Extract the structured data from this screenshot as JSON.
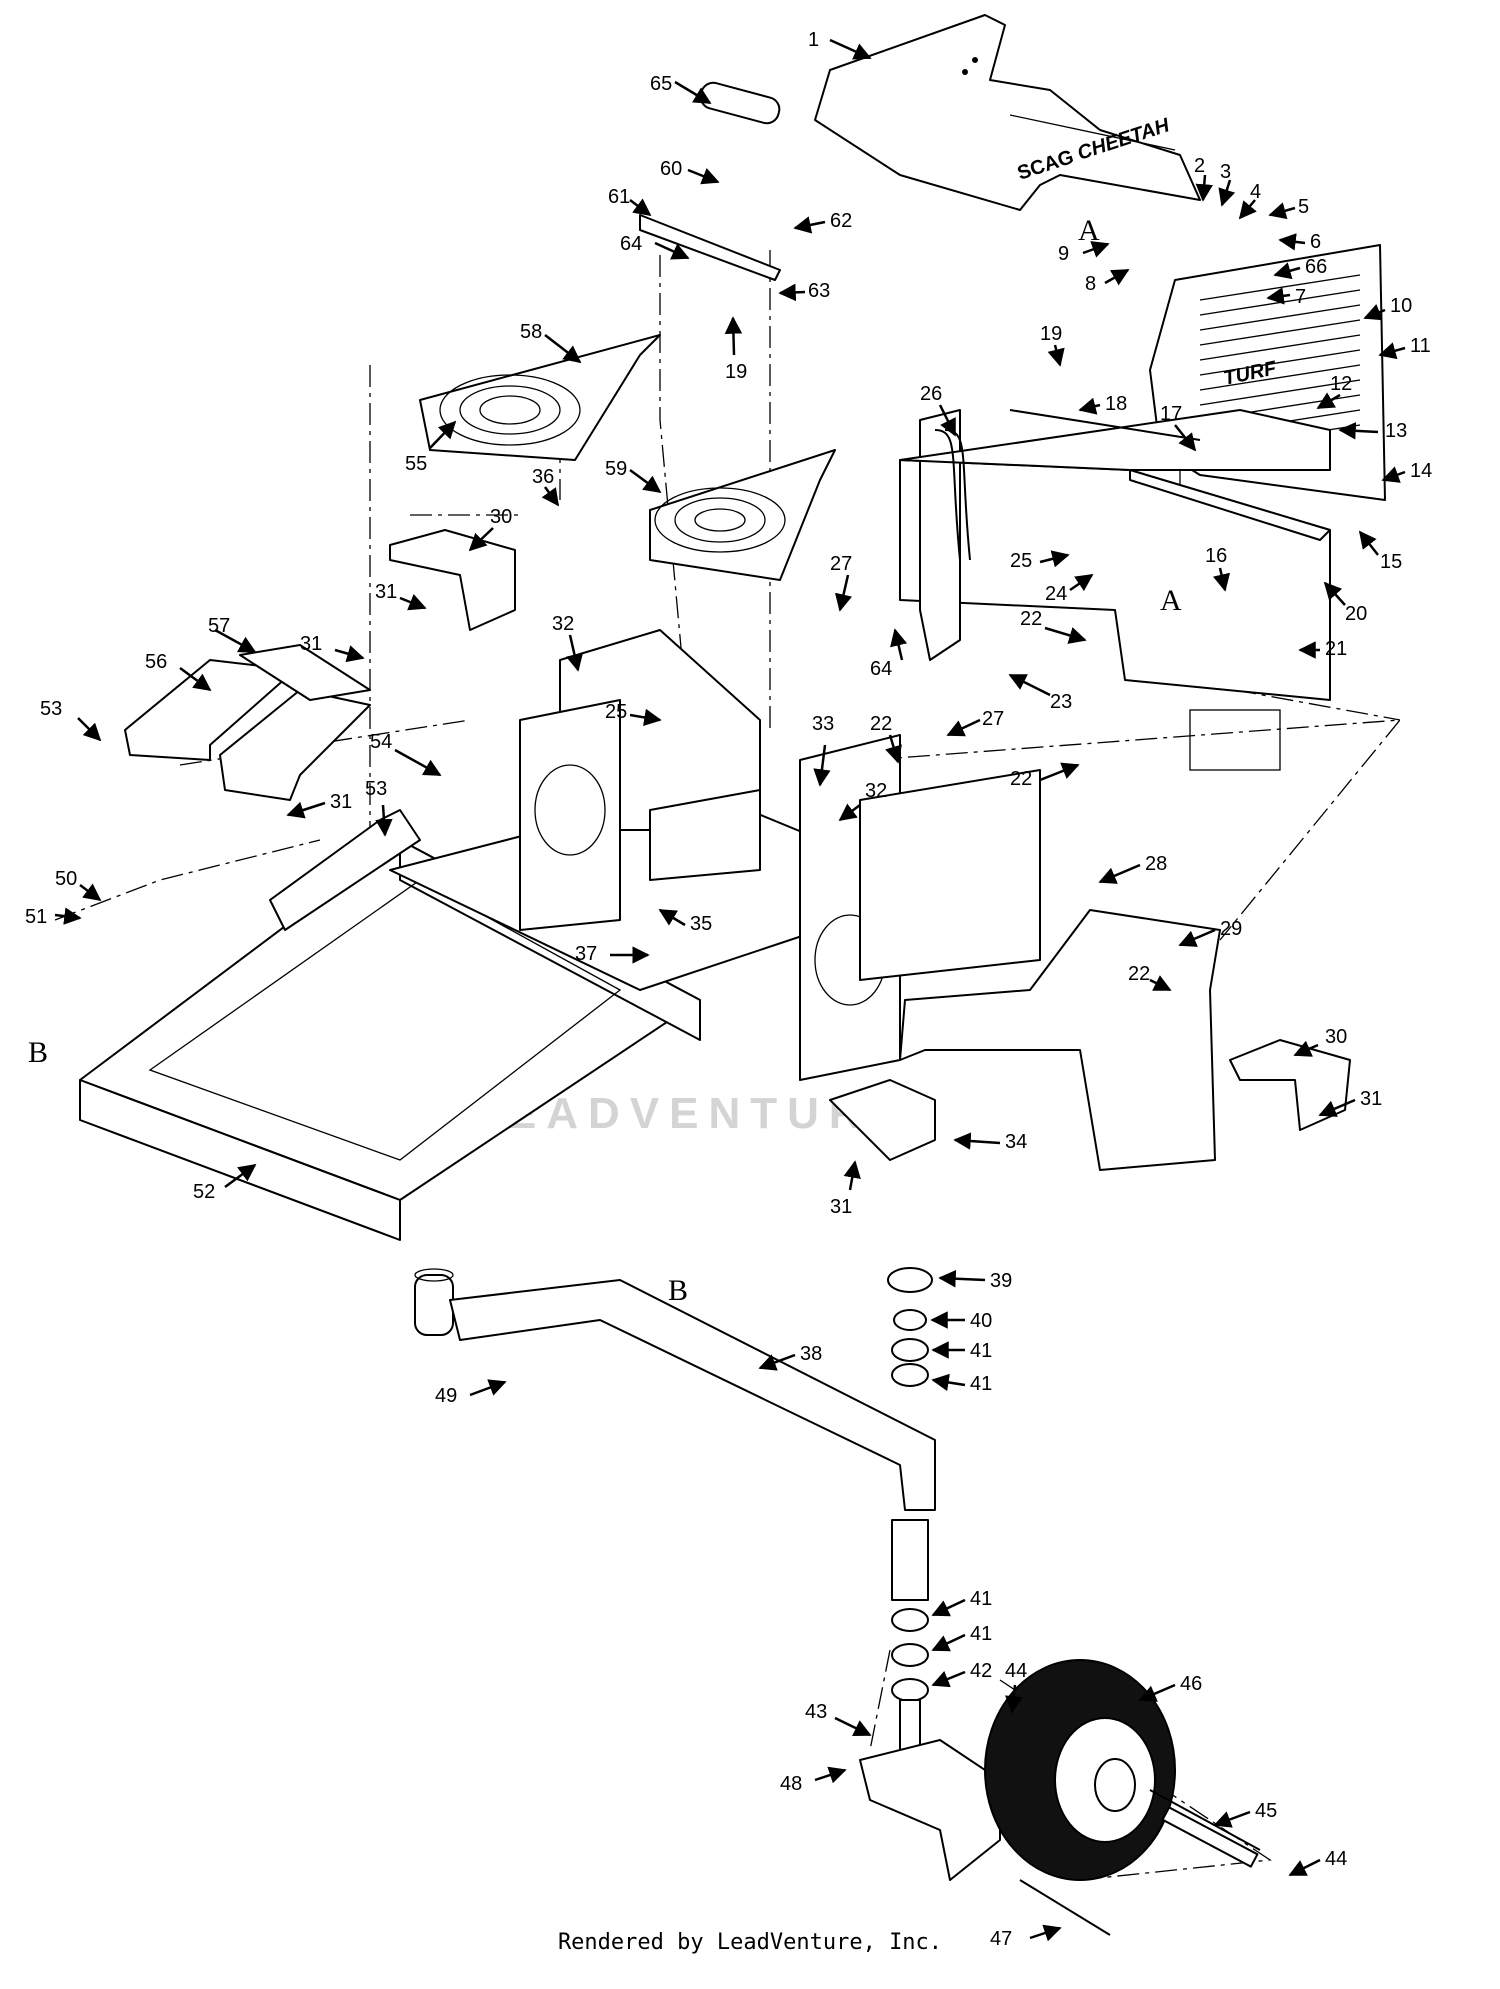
{
  "diagram": {
    "brand_labels": {
      "seag": "SCAG",
      "cheetah": "CHEETAH"
    },
    "grille_label": "TURF",
    "watermark": "LEADVENTURE",
    "footer": "Rendered by LeadVenture, Inc.",
    "markers": [
      {
        "id": "A",
        "label": "A"
      },
      {
        "id": "A2",
        "label": "A"
      },
      {
        "id": "B",
        "label": "B"
      },
      {
        "id": "B2",
        "label": "B"
      }
    ],
    "callouts": [
      "1",
      "2",
      "3",
      "4",
      "5",
      "6",
      "66",
      "7",
      "A",
      "9",
      "8",
      "10",
      "11",
      "12",
      "13",
      "14",
      "15",
      "16",
      "17",
      "18",
      "19",
      "20",
      "21",
      "65",
      "60",
      "61",
      "62",
      "64",
      "63",
      "19",
      "58",
      "55",
      "36",
      "59",
      "26",
      "25",
      "24",
      "22",
      "23",
      "27",
      "27",
      "30",
      "31",
      "32",
      "57",
      "56",
      "31",
      "53",
      "31",
      "53",
      "54",
      "25",
      "33",
      "22",
      "32",
      "22",
      "64",
      "28",
      "29",
      "22",
      "30",
      "31",
      "34",
      "31",
      "50",
      "51",
      "35",
      "37",
      "52",
      "39",
      "40",
      "41",
      "41",
      "38",
      "49",
      "41",
      "41",
      "42",
      "44",
      "46",
      "43",
      "48",
      "45",
      "44",
      "47"
    ]
  }
}
